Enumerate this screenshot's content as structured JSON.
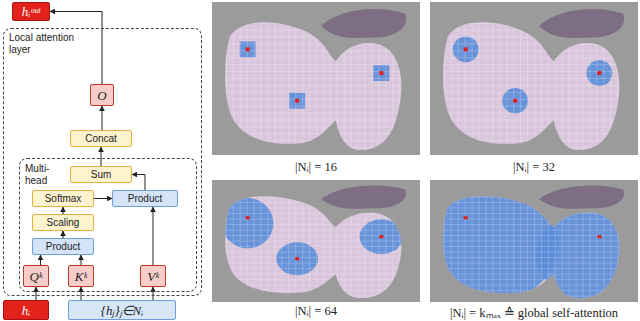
{
  "diagram": {
    "nodes": [
      {
        "text": [
          "hᵢᵒᵘᵗ"
        ]
      },
      {
        "text": [
          "Local attention layer"
        ]
      },
      {
        "text": [
          "O"
        ],
        "in": 1
      },
      {
        "text": [
          "Concat"
        ],
        "in": 1
      },
      {
        "text": [
          "Multi-head"
        ],
        "in": 1
      },
      {
        "text": [
          "Sum"
        ],
        "in": 4
      },
      {
        "text": [
          "Softmax"
        ],
        "in": 4
      },
      {
        "text": [
          "Product"
        ],
        "in": 4
      },
      {
        "text": [
          "Scaling"
        ],
        "in": 4
      },
      {
        "text": [
          "Product"
        ],
        "in": 4
      },
      {
        "text": [
          "Qᵏ"
        ],
        "in": 4
      },
      {
        "text": [
          "Kᵏ"
        ],
        "in": 4
      },
      {
        "text": [
          "Vᵏ"
        ],
        "in": 4
      },
      {
        "text": [
          "hᵢ"
        ]
      },
      {
        "text": [
          "{hⱼ}ⱼ∈Nᵢ"
        ]
      }
    ],
    "edges": [
      {
        "from": 2,
        "to": 0,
        "arrow": "to"
      },
      {
        "from": 3,
        "to": 2,
        "arrow": "to"
      },
      {
        "from": 5,
        "to": 3,
        "arrow": "to"
      },
      {
        "from": 7,
        "to": 5,
        "arrow": "to"
      },
      {
        "from": 6,
        "to": 7,
        "arrow": "to"
      },
      {
        "from": 12,
        "to": 7,
        "arrow": "to"
      },
      {
        "from": 8,
        "to": 6,
        "arrow": "to"
      },
      {
        "from": 9,
        "to": 8,
        "arrow": "to"
      },
      {
        "from": 10,
        "to": 9,
        "arrow": "to"
      },
      {
        "from": 11,
        "to": 9,
        "arrow": "to"
      },
      {
        "from": 13,
        "to": 10,
        "arrow": "to"
      },
      {
        "from": 14,
        "to": 11,
        "arrow": "to"
      },
      {
        "from": 14,
        "to": 12,
        "arrow": "to"
      }
    ],
    "labels": [
      "|Nᵢ| = 16",
      "|Nᵢ| = 32",
      "|Nᵢ| = 64",
      "|Nᵢ| = kₘₐₓ ≙ global self-attention"
    ]
  }
}
